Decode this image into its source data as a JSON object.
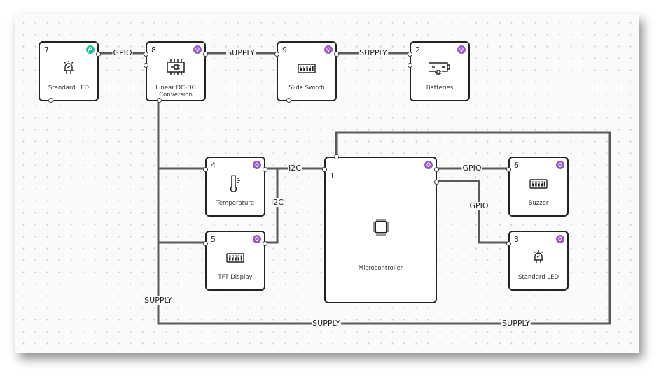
{
  "colors": {
    "wire": "#5a5a5a",
    "badge_purple": "#9b59c6",
    "badge_green": "#1fbf9a",
    "node_border": "#222222"
  },
  "nodes": [
    {
      "id": "7",
      "label": "Standard LED",
      "icon": "led-icon",
      "badge": "lock-icon"
    },
    {
      "id": "8",
      "label": "Linear DC-DC Conversion",
      "icon": "dcdc-chip-icon",
      "badge": "bulb-icon"
    },
    {
      "id": "9",
      "label": "Slide Switch",
      "icon": "dip-switch-icon",
      "badge": "bulb-icon"
    },
    {
      "id": "2",
      "label": "Batteries",
      "icon": "battery-icon",
      "badge": "bulb-icon"
    },
    {
      "id": "4",
      "label": "Temperature",
      "icon": "thermometer-icon",
      "badge": "bulb-icon"
    },
    {
      "id": "5",
      "label": "TFT Display",
      "icon": "dip-switch-icon",
      "badge": "bulb-icon"
    },
    {
      "id": "1",
      "label": "Microcontroller",
      "icon": "mcu-chip-icon",
      "badge": "bulb-icon"
    },
    {
      "id": "6",
      "label": "Buzzer",
      "icon": "dip-switch-icon",
      "badge": "bulb-icon"
    },
    {
      "id": "3",
      "label": "Standard LED",
      "icon": "led-icon",
      "badge": "bulb-icon"
    }
  ],
  "wires": [
    {
      "from": "7",
      "to": "8",
      "label": "GPIO"
    },
    {
      "from": "8",
      "to": "9",
      "label": "SUPPLY"
    },
    {
      "from": "9",
      "to": "2",
      "label": "SUPPLY"
    },
    {
      "from": "4",
      "to": "1",
      "label": "I2C"
    },
    {
      "from": "5",
      "to": "1",
      "label": "I2C"
    },
    {
      "from": "1",
      "to": "6",
      "label": "GPIO"
    },
    {
      "from": "1",
      "to": "3",
      "label": "GPIO"
    },
    {
      "from": "8",
      "to": "4,5",
      "label": "SUPPLY"
    },
    {
      "from": "8",
      "to": "1",
      "label": "SUPPLY"
    },
    {
      "from": "1",
      "to": "bus",
      "label": "SUPPLY"
    }
  ]
}
